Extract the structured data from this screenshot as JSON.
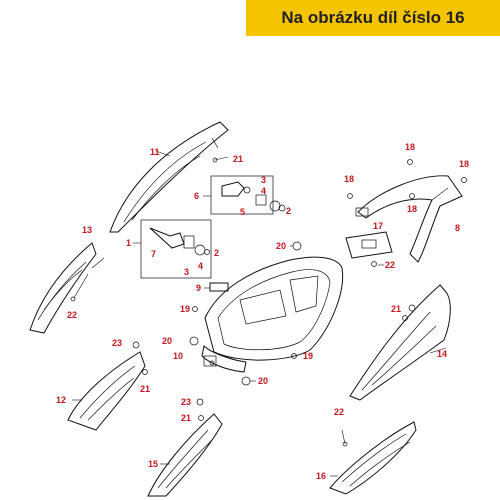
{
  "banner": {
    "text": "Na obrázku díl číslo 16",
    "color": "#f5c400"
  },
  "label_color": "#c4161c",
  "labels": {
    "l11": "11",
    "l21a": "21",
    "l6": "6",
    "l3a": "3",
    "l4a": "4",
    "l5": "5",
    "l2a": "2",
    "l18a": "18",
    "l18b": "18",
    "l18c": "18",
    "l18d": "18",
    "l17": "17",
    "l8": "8",
    "l13": "13",
    "l22a": "22",
    "l1": "1",
    "l7": "7",
    "l2b": "2",
    "l3b": "3",
    "l4b": "4",
    "l20a": "20",
    "l22b": "22",
    "l9": "9",
    "l19a": "19",
    "l20b": "20",
    "l10": "10",
    "l19b": "19",
    "l21b": "21",
    "l23a": "23",
    "l21c": "21",
    "l20c": "20",
    "l12": "12",
    "l14": "14",
    "l23b": "23",
    "l21d": "21",
    "l15": "15",
    "l22c": "22",
    "l16": "16"
  }
}
